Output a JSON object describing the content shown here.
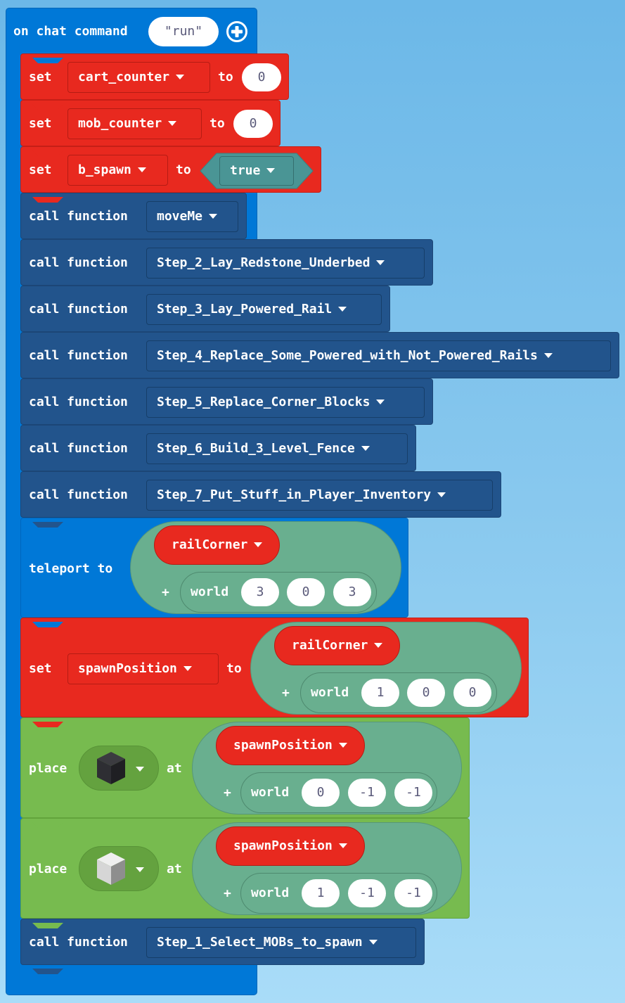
{
  "event": {
    "label": "on chat command",
    "command": "\"run\"",
    "add_icon": "plus-circle-icon"
  },
  "statements": [
    {
      "type": "set",
      "set_label": "set",
      "variable": "cart_counter",
      "to_label": "to",
      "value": "0"
    },
    {
      "type": "set",
      "set_label": "set",
      "variable": "mob_counter",
      "to_label": "to",
      "value": "0"
    },
    {
      "type": "set_bool",
      "set_label": "set",
      "variable": "b_spawn",
      "to_label": "to",
      "value": "true"
    },
    {
      "type": "call",
      "label": "call function",
      "function": "moveMe"
    },
    {
      "type": "call",
      "label": "call function",
      "function": "Step_2_Lay_Redstone_Underbed"
    },
    {
      "type": "call",
      "label": "call function",
      "function": "Step_3_Lay_Powered_Rail"
    },
    {
      "type": "call",
      "label": "call function",
      "function": "Step_4_Replace_Some_Powered_with_Not_Powered_Rails"
    },
    {
      "type": "call",
      "label": "call function",
      "function": "Step_5_Replace_Corner_Blocks"
    },
    {
      "type": "call",
      "label": "call function",
      "function": "Step_6_Build_3_Level_Fence"
    },
    {
      "type": "call",
      "label": "call function",
      "function": "Step_7_Put_Stuff_in_Player_Inventory"
    },
    {
      "type": "teleport",
      "label": "teleport to",
      "base": "railCorner",
      "plus": "+",
      "world_label": "world",
      "coords": [
        "3",
        "0",
        "3"
      ]
    },
    {
      "type": "set_pos",
      "set_label": "set",
      "variable": "spawnPosition",
      "to_label": "to",
      "base": "railCorner",
      "plus": "+",
      "world_label": "world",
      "coords": [
        "1",
        "0",
        "0"
      ]
    },
    {
      "type": "place",
      "label": "place",
      "block_icon": "dark-block-icon",
      "at_label": "at",
      "base": "spawnPosition",
      "plus": "+",
      "world_label": "world",
      "coords": [
        "0",
        "-1",
        "-1"
      ]
    },
    {
      "type": "place",
      "label": "place",
      "block_icon": "white-block-icon",
      "at_label": "at",
      "base": "spawnPosition",
      "plus": "+",
      "world_label": "world",
      "coords": [
        "1",
        "-1",
        "-1"
      ]
    },
    {
      "type": "call",
      "label": "call function",
      "function": "Step_1_Select_MOBs_to_spawn"
    }
  ],
  "colors": {
    "event": "#0078d7",
    "variables": "#e8291f",
    "functions": "#22548c",
    "positions": "#69af8f",
    "blocks": "#77bb4f",
    "logic": "#4a9595"
  }
}
